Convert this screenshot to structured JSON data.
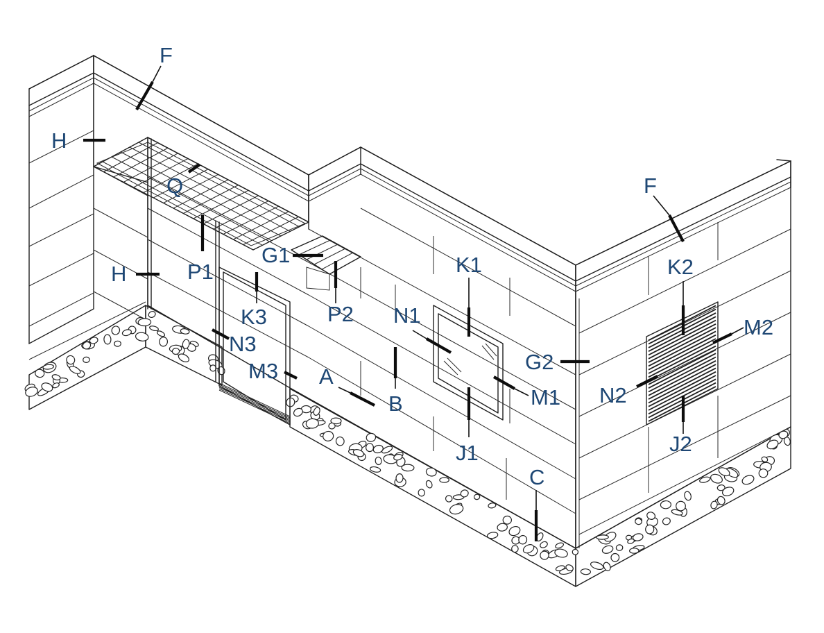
{
  "colors": {
    "label": "#1e4774",
    "line": "#1f1f1f",
    "leader": "#0d0d0d",
    "background": "#ffffff"
  },
  "labels": {
    "F_left": "F",
    "F_right": "F",
    "H_upper": "H",
    "H_lower": "H",
    "Q": "Q",
    "P1": "P1",
    "P2": "P2",
    "G1": "G1",
    "G2": "G2",
    "K1": "K1",
    "K2": "K2",
    "K3": "K3",
    "N1": "N1",
    "N2": "N2",
    "N3": "N3",
    "M1": "M1",
    "M2": "M2",
    "M3": "M3",
    "J1": "J1",
    "J2": "J2",
    "A": "A",
    "B": "B",
    "C": "C"
  }
}
